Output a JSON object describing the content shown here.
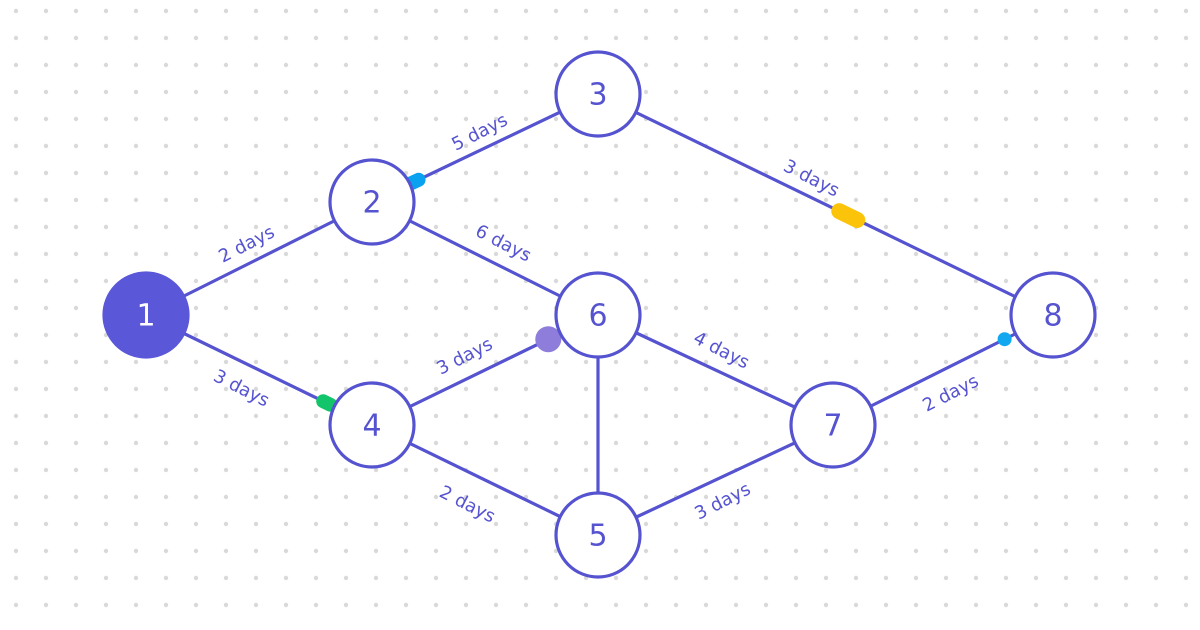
{
  "diagram": {
    "type": "network-diagram",
    "colors": {
      "primary": "#5553cf",
      "node_fill": "#ffffff",
      "start_node_fill": "#5a57d9",
      "start_node_text": "#ffffff",
      "grid_dot": "#d9d9d9",
      "marker_blue": "#0aa2f0",
      "marker_green": "#12c46a",
      "marker_yellow": "#fbc30a",
      "marker_purple": "#8e7ddb",
      "marker_lightblue": "#12a8f0"
    },
    "nodes": [
      {
        "id": "1",
        "label": "1",
        "start": true
      },
      {
        "id": "2",
        "label": "2"
      },
      {
        "id": "3",
        "label": "3"
      },
      {
        "id": "4",
        "label": "4"
      },
      {
        "id": "5",
        "label": "5"
      },
      {
        "id": "6",
        "label": "6"
      },
      {
        "id": "7",
        "label": "7"
      },
      {
        "id": "8",
        "label": "8"
      }
    ],
    "edges": [
      {
        "from": "1",
        "to": "2",
        "label": "2 days"
      },
      {
        "from": "1",
        "to": "4",
        "label": "3 days",
        "marker": "green"
      },
      {
        "from": "2",
        "to": "3",
        "label": "5 days",
        "marker": "blue"
      },
      {
        "from": "2",
        "to": "6",
        "label": "6 days"
      },
      {
        "from": "3",
        "to": "8",
        "label": "3 days",
        "marker": "yellow"
      },
      {
        "from": "4",
        "to": "6",
        "label": "3 days",
        "marker": "purple"
      },
      {
        "from": "4",
        "to": "5",
        "label": "2 days"
      },
      {
        "from": "6",
        "to": "5",
        "label": ""
      },
      {
        "from": "6",
        "to": "7",
        "label": "4 days"
      },
      {
        "from": "5",
        "to": "7",
        "label": "3 days"
      },
      {
        "from": "7",
        "to": "8",
        "label": "2 days",
        "marker": "lightblue"
      }
    ]
  }
}
